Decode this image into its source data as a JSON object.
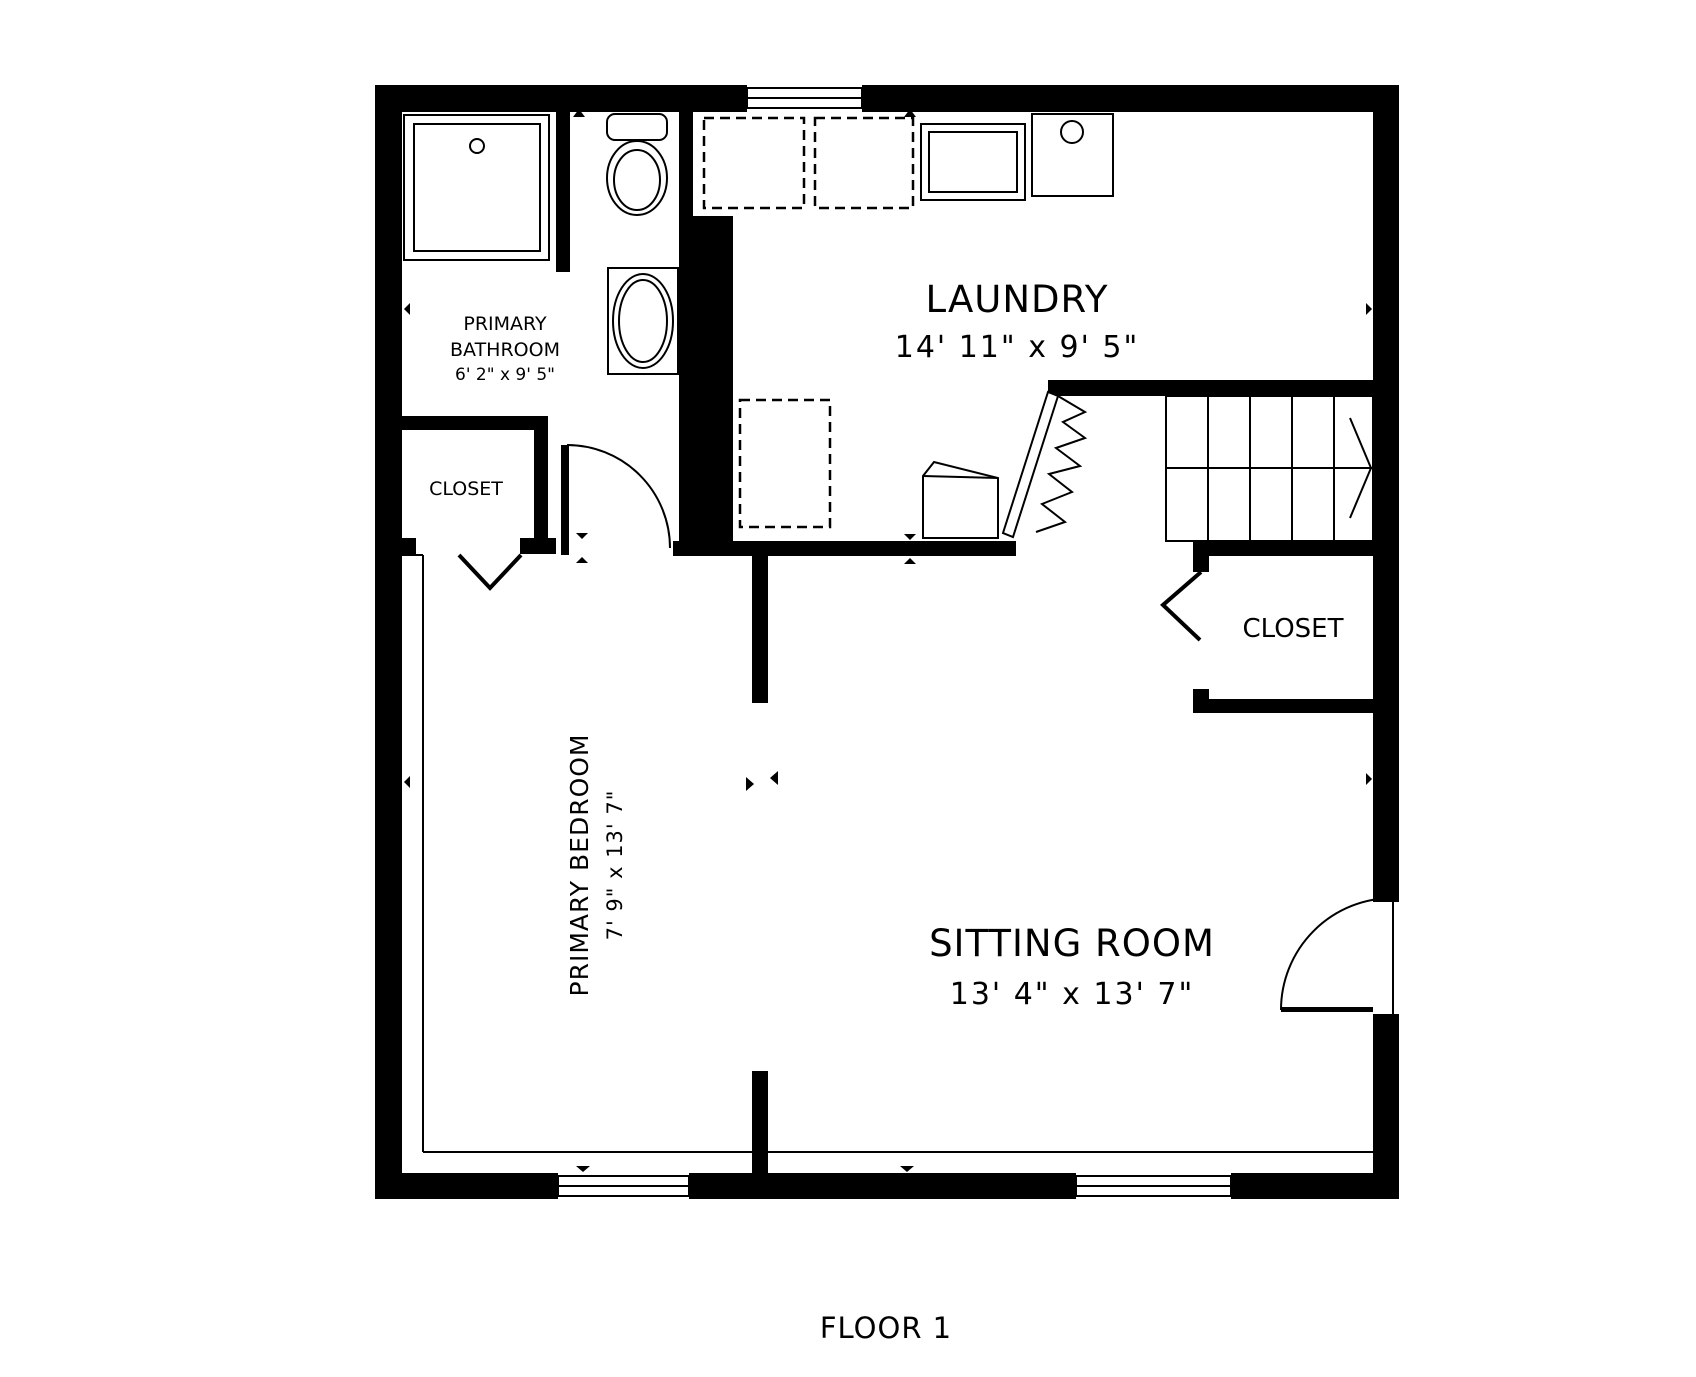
{
  "floor": {
    "label": "FLOOR 1"
  },
  "rooms": {
    "laundry": {
      "name": "LAUNDRY",
      "dimensions": "14' 11\" x 9' 5\""
    },
    "primary_bathroom": {
      "name_line1": "PRIMARY",
      "name_line2": "BATHROOM",
      "dimensions": "6' 2\" x 9' 5\""
    },
    "closet_left": {
      "name": "CLOSET"
    },
    "closet_right": {
      "name": "CLOSET"
    },
    "primary_bedroom": {
      "name": "PRIMARY BEDROOM",
      "dimensions": "7' 9\" x 13' 7\""
    },
    "sitting_room": {
      "name": "SITTING ROOM",
      "dimensions": "13' 4\" x 13' 7\""
    }
  },
  "colors": {
    "wall": "#000000",
    "background": "#ffffff"
  }
}
